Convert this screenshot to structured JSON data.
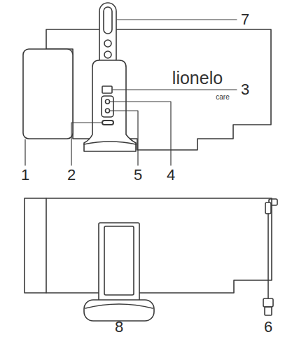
{
  "diagram": {
    "labels": [
      "7",
      "lionelo",
      "care",
      "3",
      "1",
      "2",
      "5",
      "4",
      "8",
      "6"
    ]
  }
}
